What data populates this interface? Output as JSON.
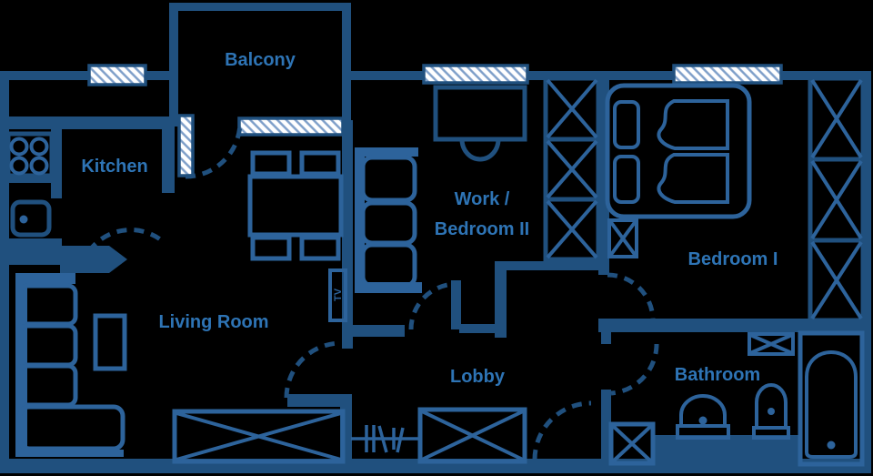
{
  "colors": {
    "background": "#000000",
    "wall": "#20507E",
    "furniture": "#2D639B",
    "label": "#2E74B5",
    "window_fill": "#FFFFFF",
    "window_stripe": "#7E9FC9"
  },
  "rooms": {
    "balcony": {
      "label": "Balcony"
    },
    "kitchen": {
      "label": "Kitchen"
    },
    "living_room": {
      "label": "Living Room"
    },
    "work_bedroom2": {
      "label_line1": "Work /",
      "label_line2": "Bedroom II"
    },
    "lobby": {
      "label": "Lobby"
    },
    "bedroom1": {
      "label": "Bedroom I"
    },
    "bathroom": {
      "label": "Bathroom"
    }
  },
  "furniture_labels": {
    "tv": "TV"
  }
}
